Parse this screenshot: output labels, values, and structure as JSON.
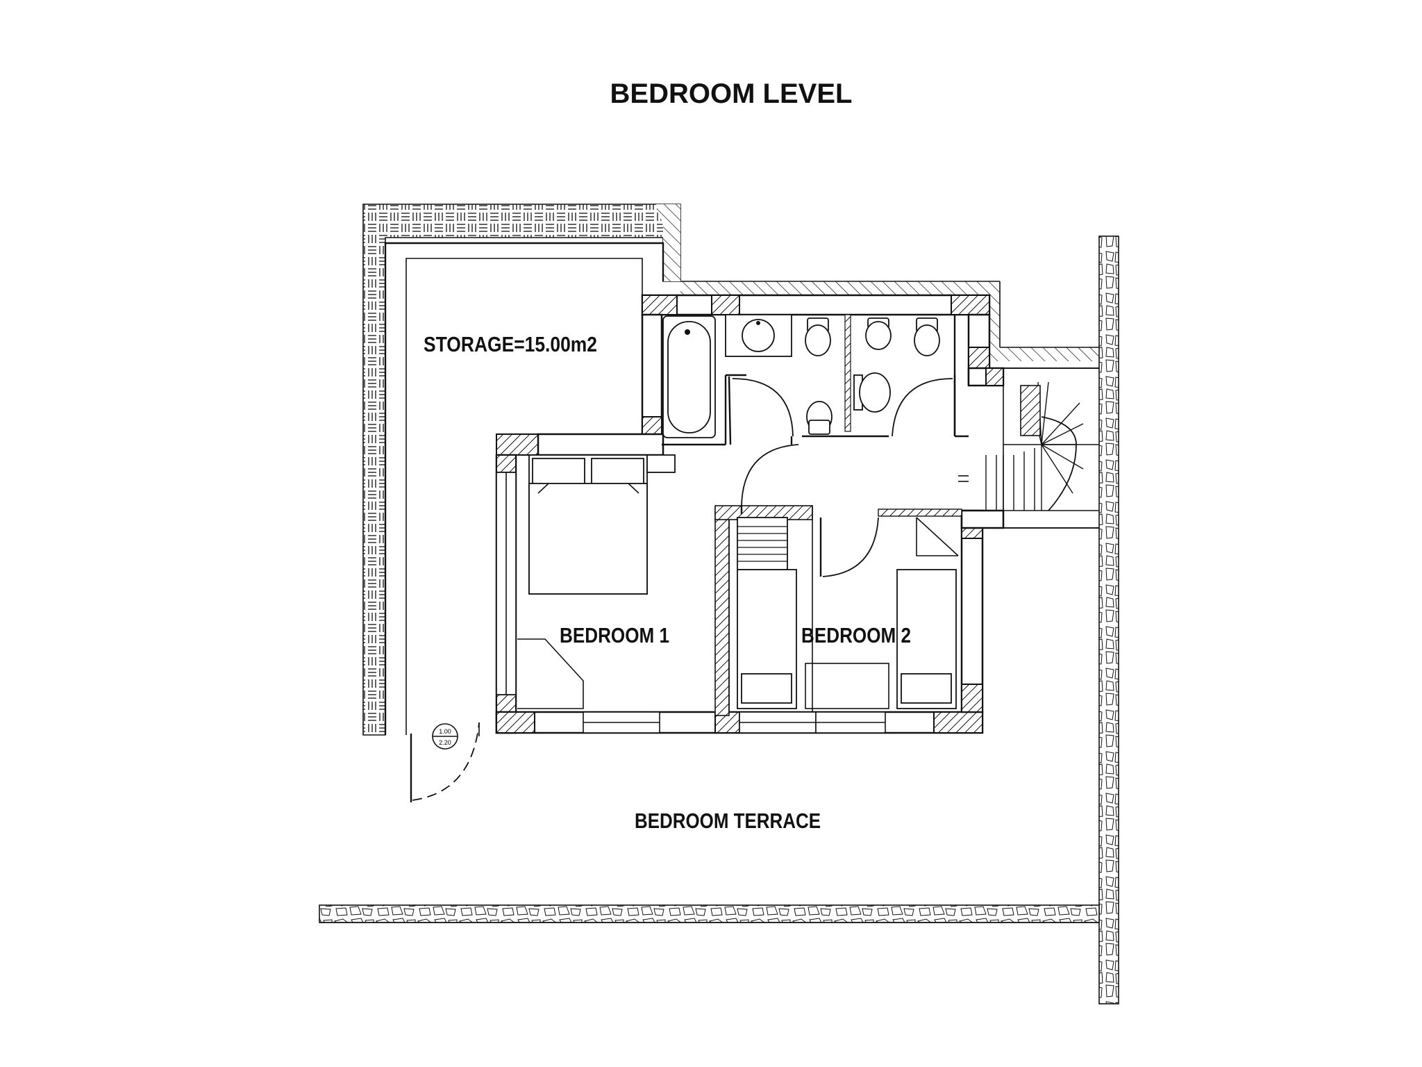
{
  "plan": {
    "title": "BEDROOM LEVEL",
    "rooms": {
      "storage": "STORAGE=15.00m2",
      "bedroom1": "BEDROOM 1",
      "bedroom2": "BEDROOM 2",
      "terrace": "BEDROOM TERRACE"
    },
    "door_tag": {
      "top": "1.00",
      "bottom": "2.20"
    }
  }
}
